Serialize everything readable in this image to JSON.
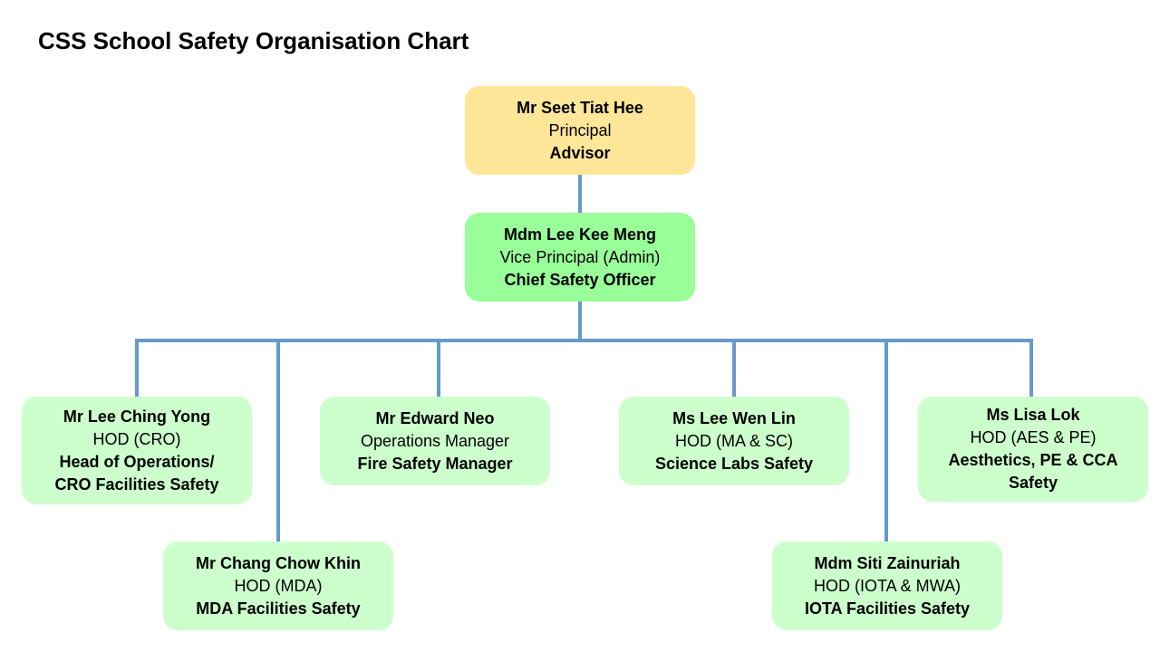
{
  "title": "CSS School Safety Organisation Chart",
  "colors": {
    "principal_fill": "#ffe699",
    "vp_fill": "#99ff99",
    "hod_fill": "#ccffcc",
    "connector": "#6699cc"
  },
  "nodes": {
    "principal": {
      "name": "Mr Seet Tiat Hee",
      "position": "Principal",
      "role": "Advisor"
    },
    "vice_principal": {
      "name": "Mdm Lee Kee Meng",
      "position": "Vice Principal (Admin)",
      "role": "Chief Safety Officer"
    },
    "cro": {
      "name": "Mr Lee Ching Yong",
      "position": "HOD (CRO)",
      "role": "Head of Operations/ CRO Facilities Safety"
    },
    "mda": {
      "name": "Mr Chang Chow Khin",
      "position": "HOD (MDA)",
      "role": "MDA Facilities Safety"
    },
    "operations": {
      "name": "Mr Edward Neo",
      "position": "Operations Manager",
      "role": "Fire Safety Manager"
    },
    "science": {
      "name": "Ms Lee Wen Lin",
      "position": "HOD (MA & SC)",
      "role": "Science Labs Safety"
    },
    "iota": {
      "name": "Mdm Siti Zainuriah",
      "position": "HOD (IOTA & MWA)",
      "role": "IOTA Facilities Safety"
    },
    "aesthetics": {
      "name": "Ms Lisa Lok",
      "position": "HOD (AES & PE)",
      "role": "Aesthetics, PE & CCA Safety"
    }
  }
}
